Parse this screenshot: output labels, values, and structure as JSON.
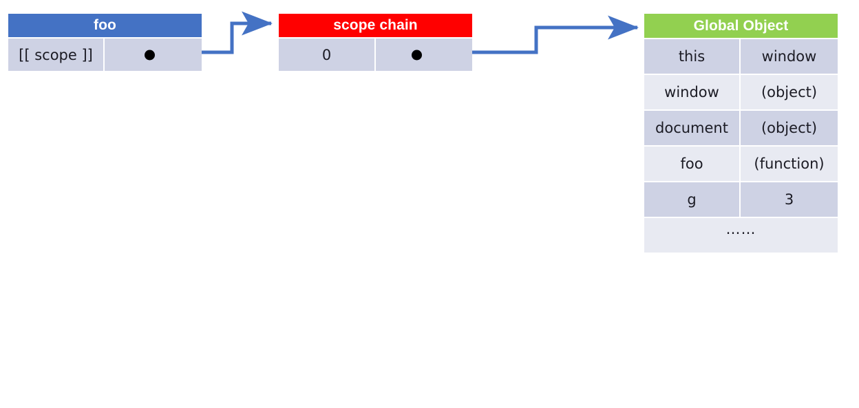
{
  "diagram": {
    "title": "JavaScript scope chain to global object",
    "colors": {
      "foo_header": "#4472C4",
      "scope_header": "#FF0000",
      "global_header": "#92D050",
      "cell_dark": "#CED2E4",
      "cell_light": "#E8EAF2",
      "arrow": "#4472C4",
      "dot": "#000000"
    }
  },
  "foo_node": {
    "header": "foo",
    "property_label": "[[ scope ]]",
    "value_marker": "pointer-dot"
  },
  "scope_node": {
    "header": "scope chain",
    "index_label": "0",
    "value_marker": "pointer-dot"
  },
  "global_node": {
    "header": "Global Object",
    "rows": [
      {
        "key": "this",
        "value": "window"
      },
      {
        "key": "window",
        "value": "(object)"
      },
      {
        "key": "document",
        "value": "(object)"
      },
      {
        "key": "foo",
        "value": "(function)"
      },
      {
        "key": "g",
        "value": "3"
      }
    ],
    "ellipsis": "……"
  },
  "connectors": [
    {
      "name": "foo-scope-arrow",
      "from": "foo.[[scope]]",
      "to": "scope chain"
    },
    {
      "name": "scope-global-arrow",
      "from": "scope chain.0",
      "to": "Global Object"
    }
  ]
}
